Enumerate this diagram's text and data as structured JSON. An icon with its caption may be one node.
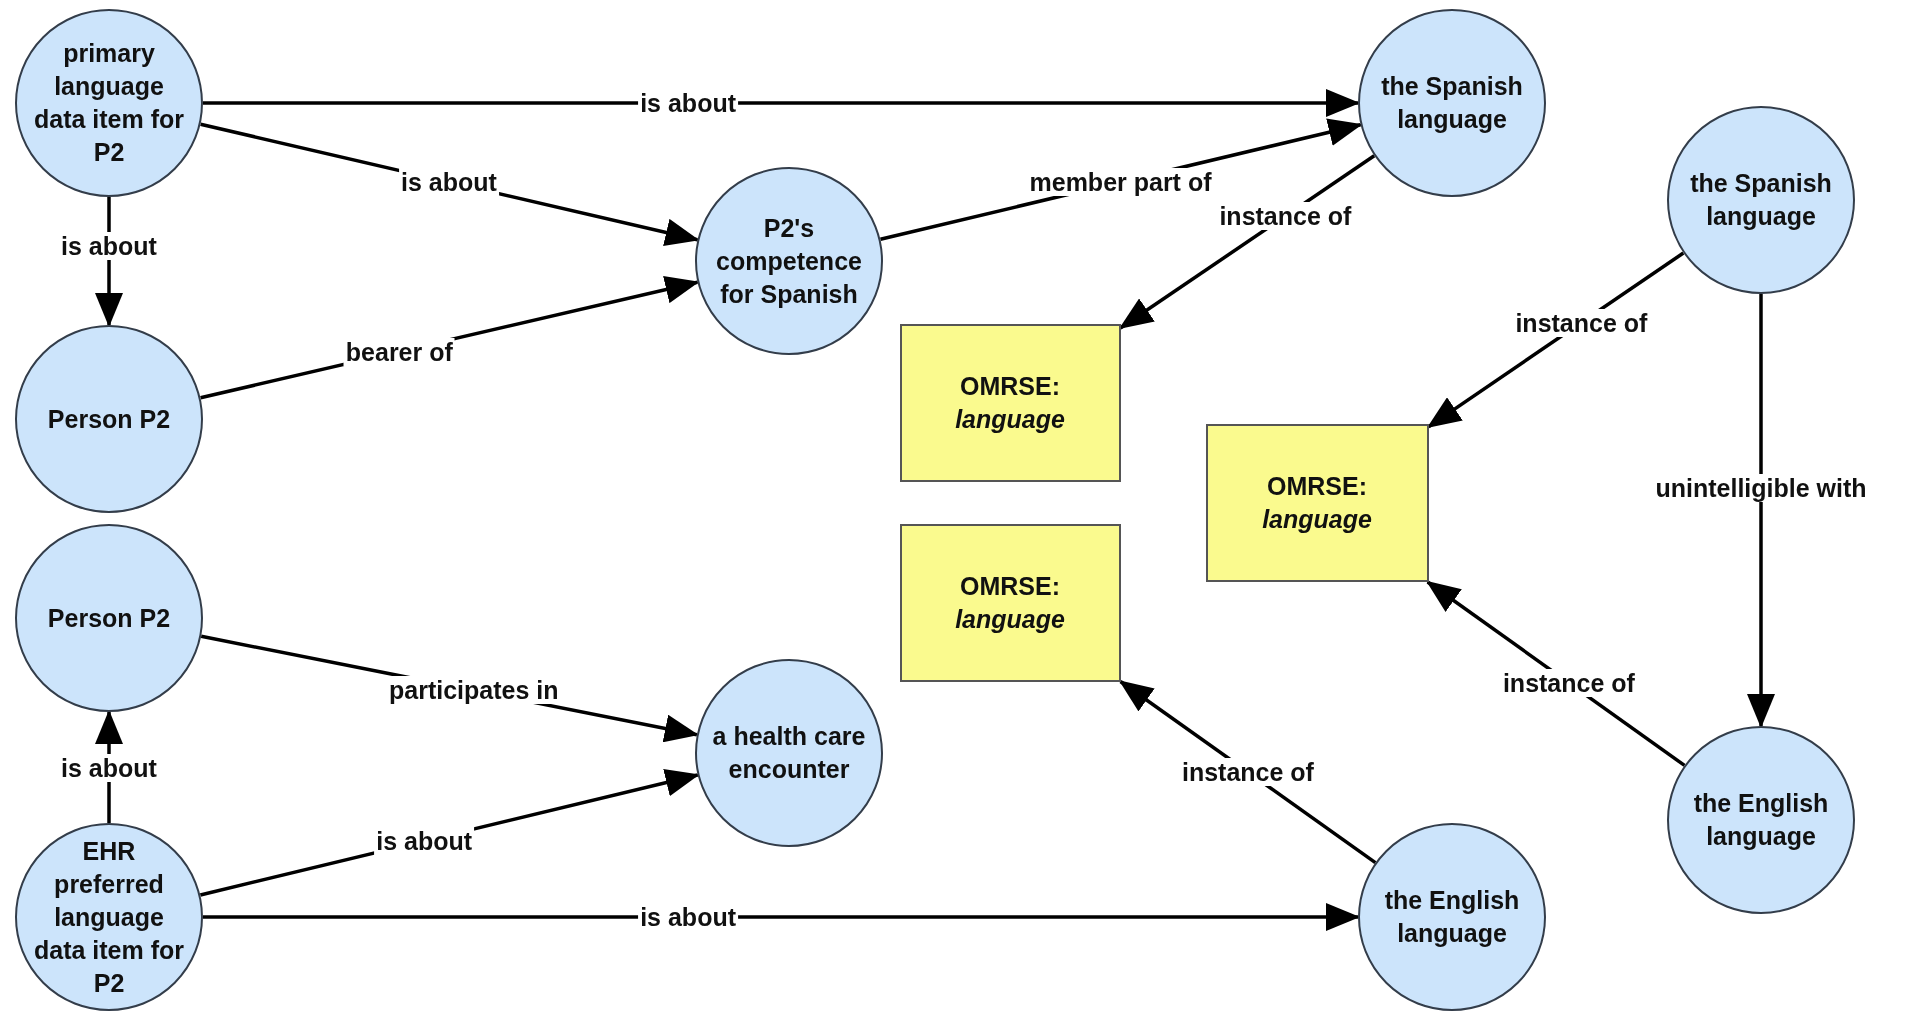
{
  "diagram": {
    "nodes": [
      {
        "text": [
          "primary language data item for P2"
        ]
      },
      {
        "text": [
          "the Spanish language"
        ]
      },
      {
        "text": [
          "P2's competence for Spanish"
        ]
      },
      {
        "text": [
          "the Spanish language"
        ]
      },
      {
        "text": [
          "Person P2"
        ]
      },
      {
        "text": [
          "OMRSE: *language*"
        ]
      },
      {
        "text": [
          "OMRSE: *language*"
        ]
      },
      {
        "text": [
          "Person P2"
        ]
      },
      {
        "text": [
          "OMRSE: *language*"
        ]
      },
      {
        "text": [
          "a health care encounter"
        ]
      },
      {
        "text": [
          "the English language"
        ]
      },
      {
        "text": [
          "EHR preferred language data item for P2"
        ]
      },
      {
        "text": [
          "the English language"
        ]
      }
    ],
    "edges": [
      {
        "from": 0,
        "to": 1,
        "arrow": "to",
        "label": "is about"
      },
      {
        "from": 0,
        "to": 2,
        "arrow": "to",
        "label": "is about"
      },
      {
        "from": 0,
        "to": 4,
        "arrow": "to",
        "label": "is about"
      },
      {
        "from": 4,
        "to": 2,
        "arrow": "to",
        "label": "bearer of"
      },
      {
        "from": 2,
        "to": 1,
        "arrow": "to",
        "label": "member part of"
      },
      {
        "from": 1,
        "to": 5,
        "arrow": "to",
        "label": "instance of"
      },
      {
        "from": 3,
        "to": 6,
        "arrow": "to",
        "label": "instance of"
      },
      {
        "from": 3,
        "to": 10,
        "arrow": "to",
        "label": "unintelligible with"
      },
      {
        "from": 10,
        "to": 6,
        "arrow": "to",
        "label": "instance of"
      },
      {
        "from": 7,
        "to": 9,
        "arrow": "to",
        "label": "participates in"
      },
      {
        "from": 11,
        "to": 7,
        "arrow": "to",
        "label": "is about"
      },
      {
        "from": 11,
        "to": 9,
        "arrow": "to",
        "label": "is about"
      },
      {
        "from": 11,
        "to": 12,
        "arrow": "to",
        "label": "is about"
      },
      {
        "from": 12,
        "to": 8,
        "arrow": "to",
        "label": "instance of"
      }
    ]
  }
}
